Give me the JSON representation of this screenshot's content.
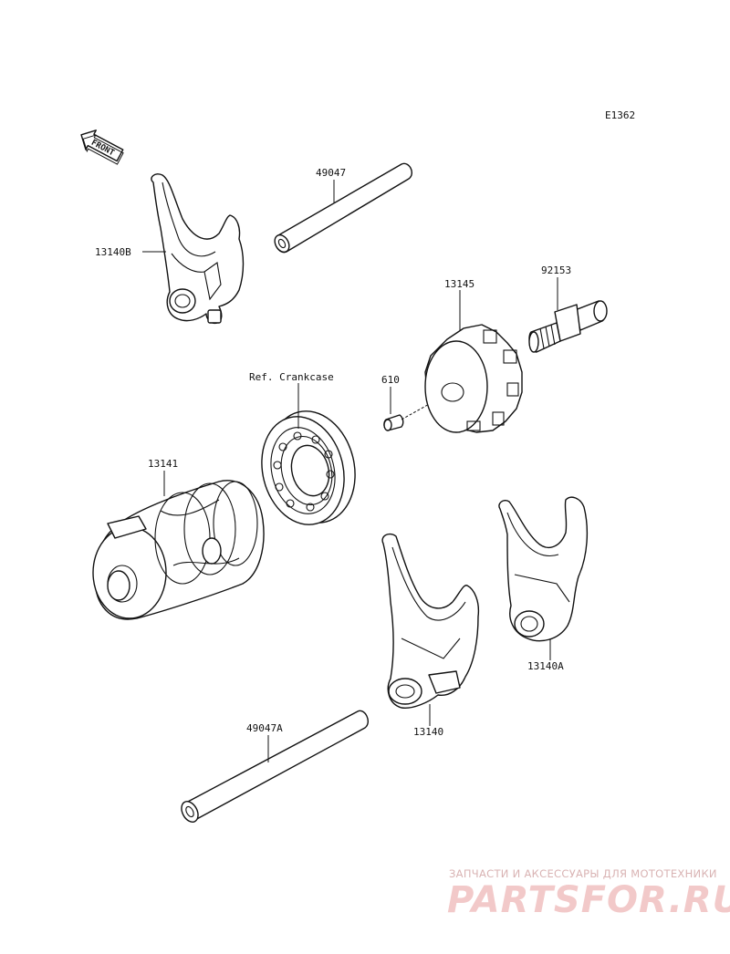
{
  "diagram": {
    "code": "E1362",
    "front_label": "FRONT",
    "labels": {
      "p13140B": "13140B",
      "p49047": "49047",
      "p13145": "13145",
      "p92153": "92153",
      "p610": "610",
      "crankcase": "Ref. Crankcase",
      "p13141": "13141",
      "p13140A": "13140A",
      "p13140": "13140",
      "p49047A": "49047A"
    }
  },
  "watermark": {
    "tagline": "ЗАПЧАСТИ И АКСЕССУАРЫ ДЛЯ МОТОТЕХНИКИ",
    "brand": "PARTSFOR.RU",
    "color": "#f2c9c9"
  }
}
